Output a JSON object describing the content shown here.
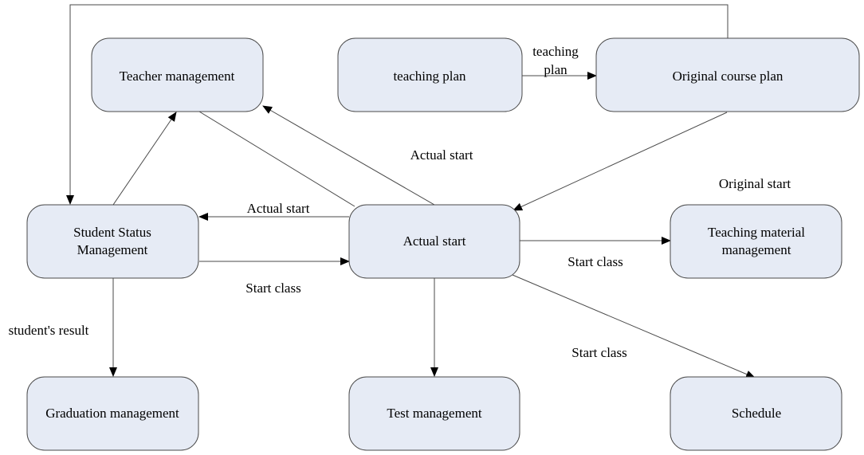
{
  "nodes": {
    "teacher_management": [
      "Teacher management"
    ],
    "teaching_plan": [
      "teaching plan"
    ],
    "original_course_plan": [
      "Original course plan"
    ],
    "student_status_management": [
      "Student Status",
      "Management"
    ],
    "actual_start": [
      "Actual start"
    ],
    "teaching_material_management": [
      "Teaching material",
      "management"
    ],
    "graduation_management": [
      "Graduation management"
    ],
    "test_management": [
      "Test management"
    ],
    "schedule": [
      "Schedule"
    ]
  },
  "edge_labels": {
    "teaching_plan_1": "teaching",
    "teaching_plan_2": "plan",
    "actual_start_to_teacher": "Actual start",
    "original_start": "Original start",
    "actual_start_to_student": "Actual start",
    "start_class_material": "Start class",
    "start_class_student": "Start class",
    "students_result": "student's result",
    "start_class_schedule": "Start class"
  }
}
